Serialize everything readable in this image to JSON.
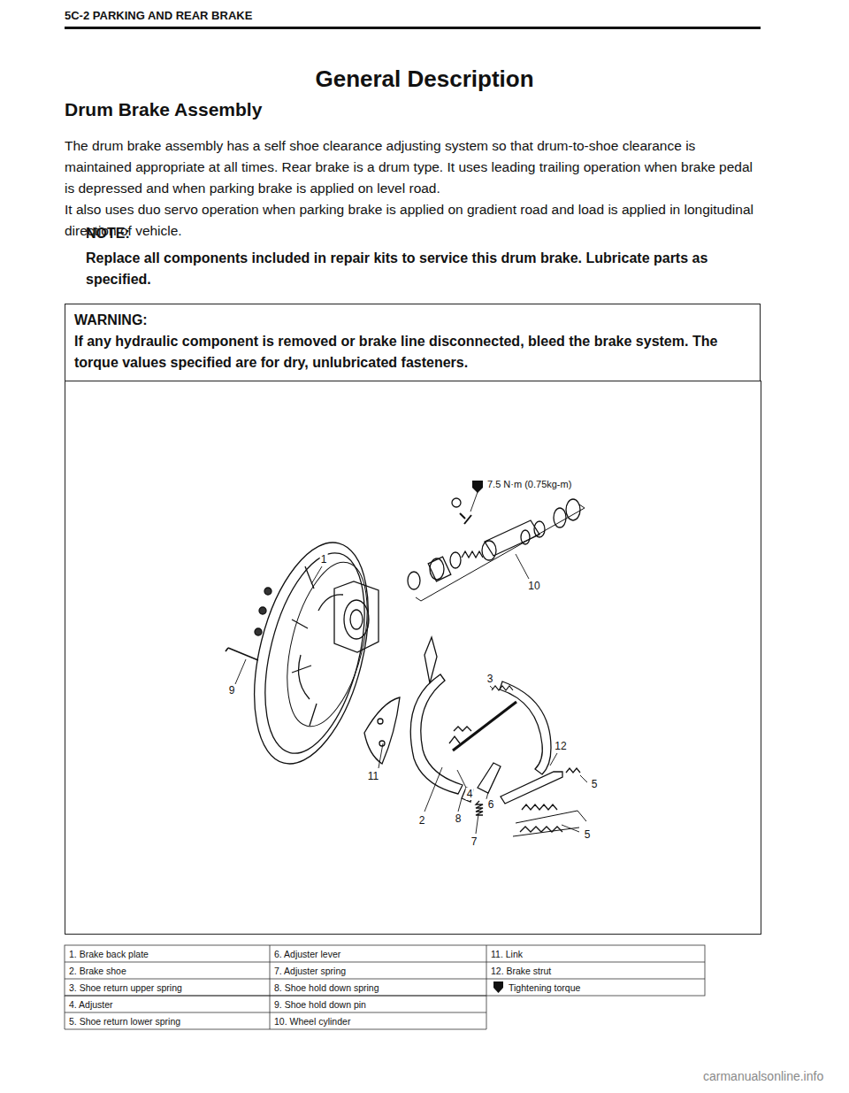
{
  "diagram": {
    "title": "General Description",
    "nodes": [
      {
        "text": [
          "WARNING:",
          "If any hydraulic component is removed or brake line disconnected, bleed the brake system. The torque values specified are for dry, unlubricated fasteners."
        ]
      }
    ],
    "labels": [
      "5C-2 PARKING AND REAR BRAKE",
      "Drum Brake Assembly",
      "The drum brake assembly has a self shoe clearance adjusting system so that drum-to-shoe clearance is maintained appropriate at all times. Rear brake is a drum type. It uses leading trailing operation when brake pedal is depressed and when parking brake is applied on level road.",
      "It also uses duo servo operation when parking brake is applied on gradient road and load is applied in longitudinal direction of vehicle.",
      "NOTE:",
      "Replace all components included in repair kits to service this drum brake. Lubricate parts as specified.",
      "7.5 N·m (0.75kg-m)",
      "1",
      "10",
      "9",
      "3",
      "11",
      "12",
      "4",
      "5",
      "6",
      "2",
      "8",
      "5",
      "7",
      "1. Brake back plate",
      "6. Adjuster lever",
      "11. Link",
      "2. Brake shoe",
      "7. Adjuster spring",
      "12. Brake strut",
      "3. Shoe return upper spring",
      "8. Shoe hold down spring",
      "Tightening torque",
      "4. Adjuster",
      "9. Shoe hold down pin",
      "5. Shoe return lower spring",
      "10. Wheel cylinder",
      "carmanualsonline.info"
    ]
  }
}
